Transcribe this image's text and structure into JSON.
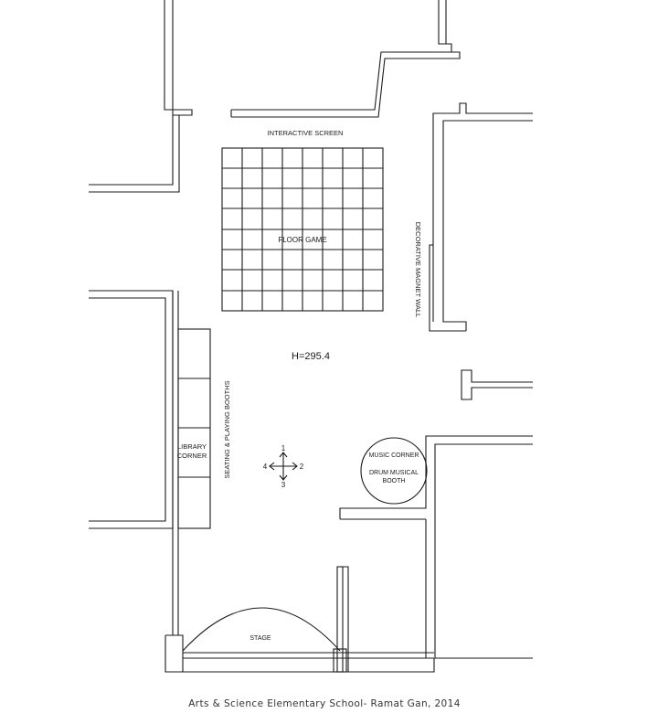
{
  "labels": {
    "interactive_screen": "INTERACTIVE SCREEN",
    "floor_game": "FLOOR GAME",
    "decorative_magnet_wall": "DECORATIVE MAGNET WALL",
    "height": "H=295.4",
    "seating_booths": "SEATING & PLAYING BOOTHS",
    "library_line1": "LIBRARY",
    "library_line2": "CORNER",
    "music_corner": "MUSIC CORNER",
    "drum_line1": "DRUM MUSICAL",
    "drum_line2": "BOOTH",
    "stage": "STAGE"
  },
  "compass": {
    "n": "1",
    "e": "2",
    "s": "3",
    "w": "4"
  },
  "caption": "Arts & Science Elementary School- Ramat Gan, 2014",
  "colors": {
    "line": "#1a1a1a",
    "background": "#ffffff"
  }
}
